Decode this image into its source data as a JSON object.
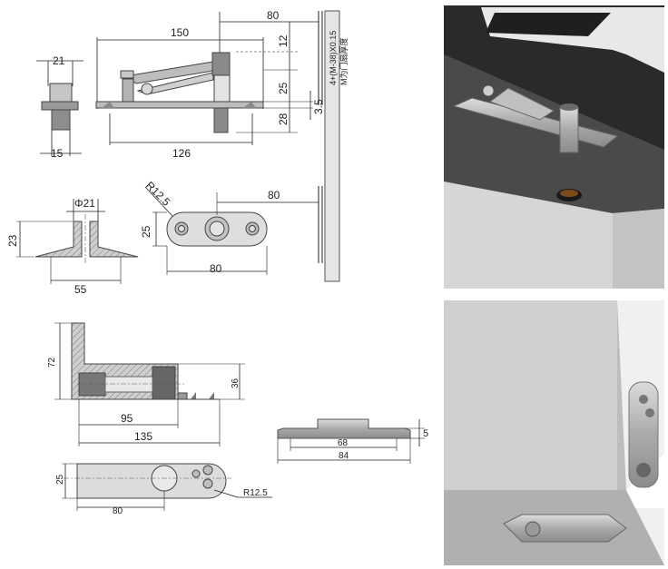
{
  "drawing": {
    "top_view": {
      "overall_length": "150",
      "base_length": "126",
      "height_12": "12",
      "height_25": "25",
      "height_28": "28",
      "offset_3_5": "3.5",
      "side_80": "80"
    },
    "side_view": {
      "width_21": "21",
      "width_15": "15"
    },
    "door_note": {
      "line1": "4+(M-38)X0.15",
      "line2": "M为门扇厚度"
    },
    "socket": {
      "dia": "Φ21",
      "height": "23",
      "width": "55"
    },
    "plate": {
      "radius": "R12.5",
      "width": "25",
      "length": "80",
      "offset": "80"
    },
    "bracket_side": {
      "height_72": "72",
      "height_36": "36",
      "length_95": "95",
      "length_135": "135"
    },
    "bracket_plan": {
      "width": "25",
      "length": "80",
      "radius": "R12.5"
    },
    "strike": {
      "thickness": "5",
      "inner": "68",
      "outer": "84"
    }
  },
  "photos": {
    "top": "door-pivot-installed-top",
    "bottom": "door-pivot-bracket-bottom"
  }
}
